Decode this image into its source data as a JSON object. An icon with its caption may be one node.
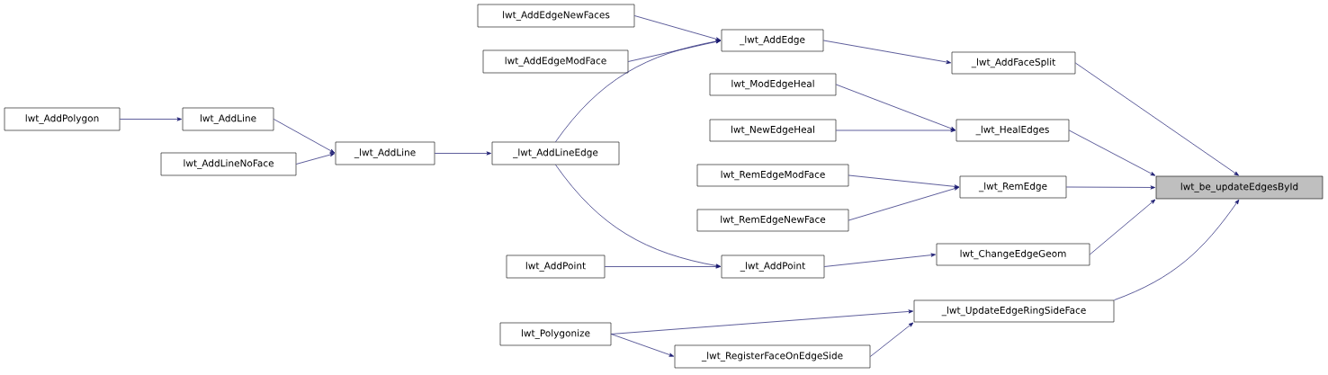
{
  "diagram": {
    "nodes": [
      {
        "text": [
          "lwt_be_updateEdgesById"
        ]
      },
      {
        "text": [
          "_lwt_AddFaceSplit"
        ]
      },
      {
        "text": [
          "_lwt_HealEdges"
        ]
      },
      {
        "text": [
          "_lwt_RemEdge"
        ]
      },
      {
        "text": [
          "lwt_ChangeEdgeGeom"
        ]
      },
      {
        "text": [
          "_lwt_UpdateEdgeRingSideFace"
        ]
      },
      {
        "text": [
          "_lwt_AddEdge"
        ]
      },
      {
        "text": [
          "lwt_ModEdgeHeal"
        ]
      },
      {
        "text": [
          "lwt_NewEdgeHeal"
        ]
      },
      {
        "text": [
          "lwt_RemEdgeModFace"
        ]
      },
      {
        "text": [
          "lwt_RemEdgeNewFace"
        ]
      },
      {
        "text": [
          "_lwt_AddPoint"
        ]
      },
      {
        "text": [
          "lwt_AddEdgeNewFaces"
        ]
      },
      {
        "text": [
          "lwt_AddEdgeModFace"
        ]
      },
      {
        "text": [
          "_lwt_AddLineEdge"
        ]
      },
      {
        "text": [
          "lwt_AddPoint"
        ]
      },
      {
        "text": [
          "lwt_Polygonize"
        ]
      },
      {
        "text": [
          "_lwt_RegisterFaceOnEdgeSide"
        ]
      },
      {
        "text": [
          "_lwt_AddLine"
        ]
      },
      {
        "text": [
          "lwt_AddLine"
        ]
      },
      {
        "text": [
          "lwt_AddLineNoFace"
        ]
      },
      {
        "text": [
          "lwt_AddPolygon"
        ]
      }
    ],
    "edges": [
      {
        "from": 21,
        "to": 19,
        "arrow": "to"
      },
      {
        "from": 19,
        "to": 18,
        "arrow": "to"
      },
      {
        "from": 20,
        "to": 18,
        "arrow": "to"
      },
      {
        "from": 18,
        "to": 14,
        "arrow": "to"
      },
      {
        "from": 14,
        "to": 6,
        "arrow": "to"
      },
      {
        "from": 14,
        "to": 11,
        "arrow": "to"
      },
      {
        "from": 12,
        "to": 6,
        "arrow": "to"
      },
      {
        "from": 13,
        "to": 6,
        "arrow": "to"
      },
      {
        "from": 6,
        "to": 1,
        "arrow": "to"
      },
      {
        "from": 15,
        "to": 11,
        "arrow": "to"
      },
      {
        "from": 11,
        "to": 4,
        "arrow": "to"
      },
      {
        "from": 7,
        "to": 2,
        "arrow": "to"
      },
      {
        "from": 8,
        "to": 2,
        "arrow": "to"
      },
      {
        "from": 9,
        "to": 3,
        "arrow": "to"
      },
      {
        "from": 10,
        "to": 3,
        "arrow": "to"
      },
      {
        "from": 16,
        "to": 5,
        "arrow": "to"
      },
      {
        "from": 16,
        "to": 17,
        "arrow": "to"
      },
      {
        "from": 17,
        "to": 5,
        "arrow": "to"
      },
      {
        "from": 1,
        "to": 0,
        "arrow": "to"
      },
      {
        "from": 2,
        "to": 0,
        "arrow": "to"
      },
      {
        "from": 3,
        "to": 0,
        "arrow": "to"
      },
      {
        "from": 4,
        "to": 0,
        "arrow": "to"
      },
      {
        "from": 5,
        "to": 0,
        "arrow": "to"
      }
    ]
  }
}
